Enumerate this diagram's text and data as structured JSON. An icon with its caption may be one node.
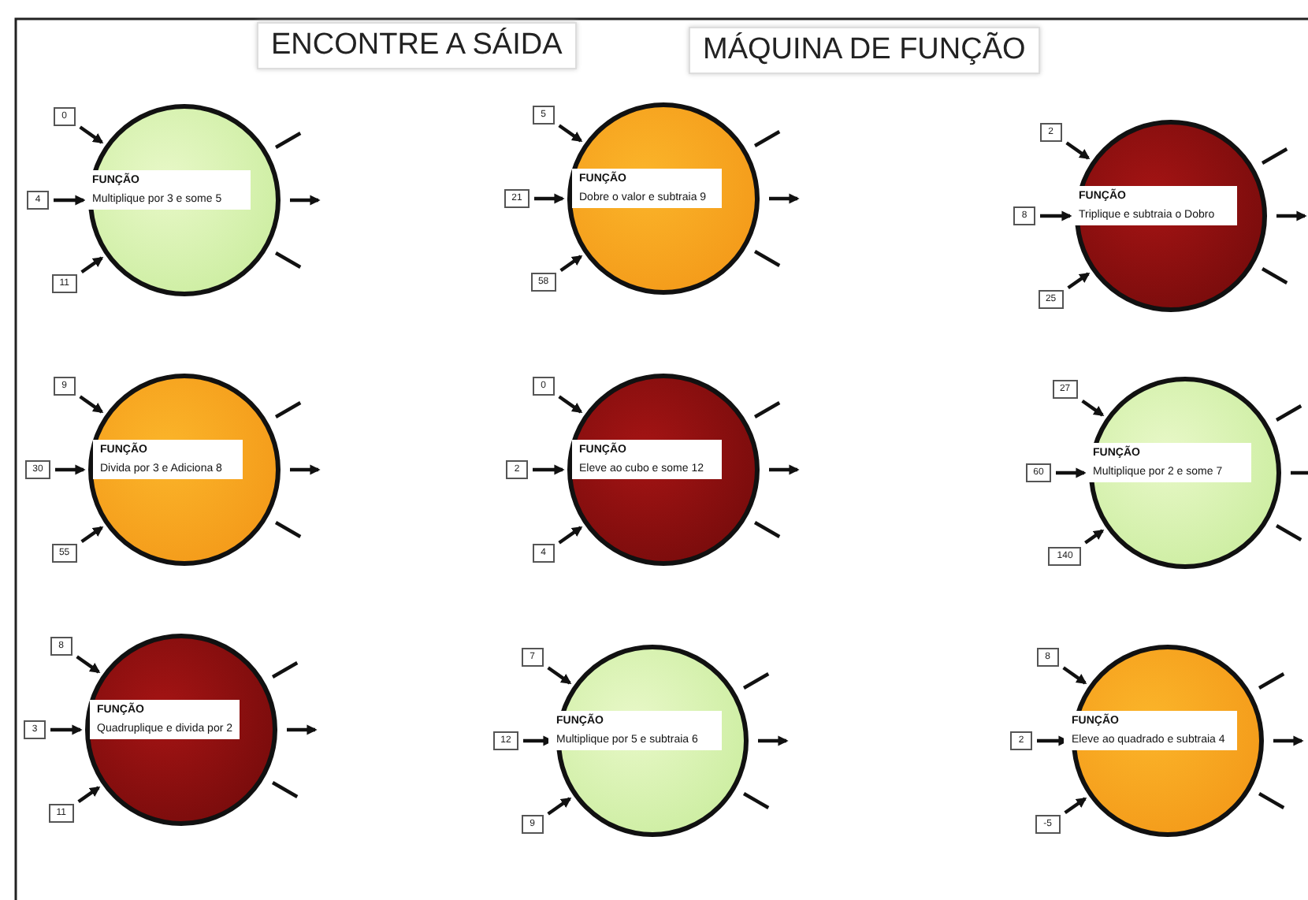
{
  "diagram": {
    "nodes": [
      {
        "text": [
          "FUNÇÃO",
          "Multiplique por 3 e some 5"
        ]
      },
      {
        "text": [
          "0"
        ]
      },
      {
        "text": [
          "4"
        ]
      },
      {
        "text": [
          "11"
        ]
      },
      {
        "text": [
          "FUNÇÃO",
          "Dobre o valor e subtraia 9"
        ]
      },
      {
        "text": [
          "5"
        ]
      },
      {
        "text": [
          "21"
        ]
      },
      {
        "text": [
          "58"
        ]
      },
      {
        "text": [
          "FUNÇÃO",
          "Triplique e subtraia o Dobro"
        ]
      },
      {
        "text": [
          "2"
        ]
      },
      {
        "text": [
          "8"
        ]
      },
      {
        "text": [
          "25"
        ]
      },
      {
        "text": [
          "FUNÇÃO",
          "Divida por 3 e Adiciona 8"
        ]
      },
      {
        "text": [
          "9"
        ]
      },
      {
        "text": [
          "30"
        ]
      },
      {
        "text": [
          "55"
        ]
      },
      {
        "text": [
          "FUNÇÃO",
          "Eleve ao cubo e some 12"
        ]
      },
      {
        "text": [
          "0"
        ]
      },
      {
        "text": [
          "2"
        ]
      },
      {
        "text": [
          "4"
        ]
      },
      {
        "text": [
          "FUNÇÃO",
          "Multiplique por 2 e some 7"
        ]
      },
      {
        "text": [
          "27"
        ]
      },
      {
        "text": [
          "60"
        ]
      },
      {
        "text": [
          "140"
        ]
      },
      {
        "text": [
          "FUNÇÃO",
          "Quadruplique e divida por 2"
        ]
      },
      {
        "text": [
          "8"
        ]
      },
      {
        "text": [
          "3"
        ]
      },
      {
        "text": [
          "11"
        ]
      },
      {
        "text": [
          "FUNÇÃO",
          "Multiplique por 5 e subtraia 6"
        ]
      },
      {
        "text": [
          "7"
        ]
      },
      {
        "text": [
          "12"
        ]
      },
      {
        "text": [
          "9"
        ]
      },
      {
        "text": [
          "FUNÇÃO",
          "Eleve ao quadrado e subtraia 4"
        ]
      },
      {
        "text": [
          "8"
        ]
      },
      {
        "text": [
          "2"
        ]
      },
      {
        "text": [
          "-5"
        ]
      }
    ],
    "edges": [
      {
        "from": 1,
        "to": 0,
        "arrow": "to"
      },
      {
        "from": 2,
        "to": 0,
        "arrow": "to"
      },
      {
        "from": 3,
        "to": 0,
        "arrow": "to"
      },
      {
        "from": 0,
        "to": null,
        "arrow": "none"
      },
      {
        "from": 0,
        "to": null,
        "arrow": "to"
      },
      {
        "from": 0,
        "to": null,
        "arrow": "none"
      },
      {
        "from": 5,
        "to": 4,
        "arrow": "to"
      },
      {
        "from": 6,
        "to": 4,
        "arrow": "to"
      },
      {
        "from": 7,
        "to": 4,
        "arrow": "to"
      },
      {
        "from": 4,
        "to": null,
        "arrow": "none"
      },
      {
        "from": 4,
        "to": null,
        "arrow": "to"
      },
      {
        "from": 4,
        "to": null,
        "arrow": "none"
      },
      {
        "from": 9,
        "to": 8,
        "arrow": "to"
      },
      {
        "from": 10,
        "to": 8,
        "arrow": "to"
      },
      {
        "from": 11,
        "to": 8,
        "arrow": "to"
      },
      {
        "from": 8,
        "to": null,
        "arrow": "none"
      },
      {
        "from": 8,
        "to": null,
        "arrow": "to"
      },
      {
        "from": 8,
        "to": null,
        "arrow": "none"
      },
      {
        "from": 13,
        "to": 12,
        "arrow": "to"
      },
      {
        "from": 14,
        "to": 12,
        "arrow": "to"
      },
      {
        "from": 15,
        "to": 12,
        "arrow": "to"
      },
      {
        "from": 12,
        "to": null,
        "arrow": "none"
      },
      {
        "from": 12,
        "to": null,
        "arrow": "to"
      },
      {
        "from": 12,
        "to": null,
        "arrow": "none"
      },
      {
        "from": 17,
        "to": 16,
        "arrow": "to"
      },
      {
        "from": 18,
        "to": 16,
        "arrow": "to"
      },
      {
        "from": 19,
        "to": 16,
        "arrow": "to"
      },
      {
        "from": 16,
        "to": null,
        "arrow": "none"
      },
      {
        "from": 16,
        "to": null,
        "arrow": "to"
      },
      {
        "from": 16,
        "to": null,
        "arrow": "none"
      },
      {
        "from": 21,
        "to": 20,
        "arrow": "to"
      },
      {
        "from": 22,
        "to": 20,
        "arrow": "to"
      },
      {
        "from": 23,
        "to": 20,
        "arrow": "to"
      },
      {
        "from": 20,
        "to": null,
        "arrow": "none"
      },
      {
        "from": 20,
        "to": null,
        "arrow": "to"
      },
      {
        "from": 20,
        "to": null,
        "arrow": "none"
      },
      {
        "from": 25,
        "to": 24,
        "arrow": "to"
      },
      {
        "from": 26,
        "to": 24,
        "arrow": "to"
      },
      {
        "from": 27,
        "to": 24,
        "arrow": "to"
      },
      {
        "from": 24,
        "to": null,
        "arrow": "none"
      },
      {
        "from": 24,
        "to": null,
        "arrow": "to"
      },
      {
        "from": 24,
        "to": null,
        "arrow": "none"
      },
      {
        "from": 29,
        "to": 28,
        "arrow": "to"
      },
      {
        "from": 30,
        "to": 28,
        "arrow": "to"
      },
      {
        "from": 31,
        "to": 28,
        "arrow": "to"
      },
      {
        "from": 28,
        "to": null,
        "arrow": "none"
      },
      {
        "from": 28,
        "to": null,
        "arrow": "to"
      },
      {
        "from": 28,
        "to": null,
        "arrow": "none"
      },
      {
        "from": 33,
        "to": 32,
        "arrow": "to"
      },
      {
        "from": 34,
        "to": 32,
        "arrow": "to"
      },
      {
        "from": 35,
        "to": 32,
        "arrow": "to"
      },
      {
        "from": 32,
        "to": null,
        "arrow": "none"
      },
      {
        "from": 32,
        "to": null,
        "arrow": "to"
      },
      {
        "from": 32,
        "to": null,
        "arrow": "none"
      }
    ],
    "labels": [
      "ENCONTRE A SÁIDA",
      "MÁQUINA DE FUNÇÃO"
    ]
  }
}
